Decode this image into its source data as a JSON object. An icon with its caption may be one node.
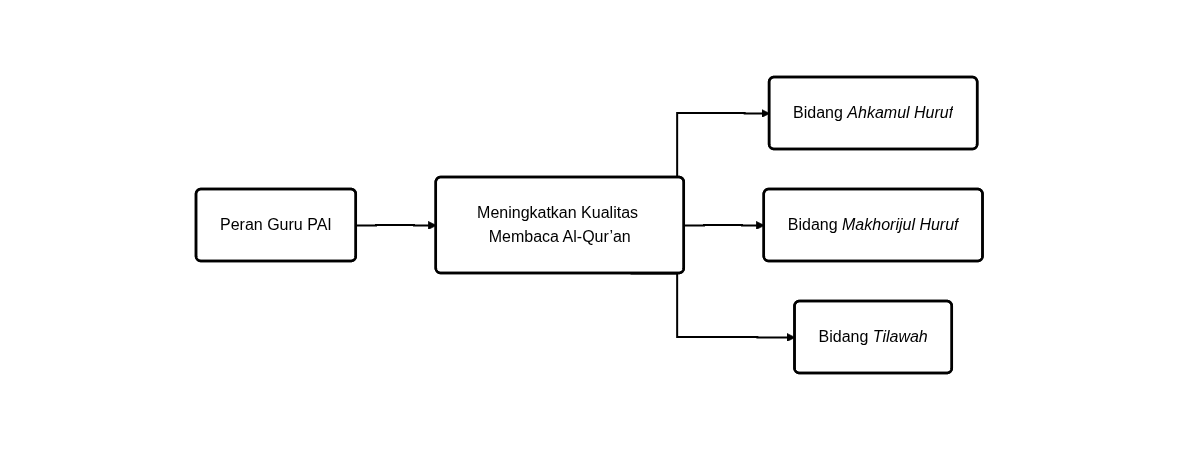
{
  "diagram": {
    "nodes": [
      {
        "text": [
          "Peran Guru PAI"
        ]
      },
      {
        "text": [
          "Meningkatkan Kualitas Membaca Al-Qur’an"
        ]
      },
      {
        "text": [
          "Bidang *Ahkamul Huruf*"
        ]
      },
      {
        "text": [
          "Bidang *Makhorijul Huruf*"
        ]
      },
      {
        "text": [
          "Bidang *Tilawah*"
        ]
      }
    ],
    "edges": [
      {
        "from": 0,
        "to": 1,
        "arrow": "to"
      },
      {
        "from": 1,
        "to": 2,
        "arrow": "to"
      },
      {
        "from": 1,
        "to": 3,
        "arrow": "to"
      },
      {
        "from": 1,
        "to": 4,
        "arrow": "to"
      }
    ]
  }
}
